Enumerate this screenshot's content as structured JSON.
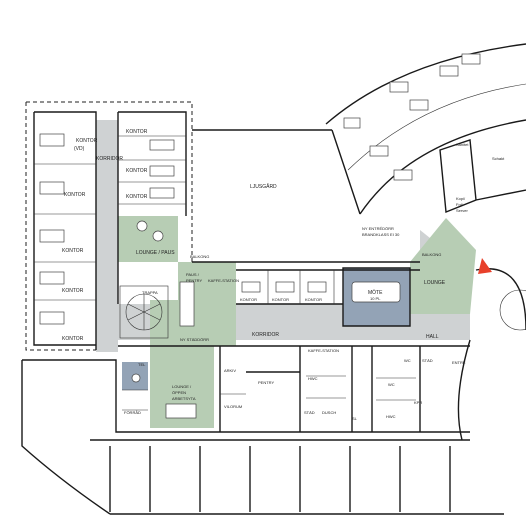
{
  "plan": {
    "colors": {
      "corridor": "#cfd2d3",
      "lounge": "#b7cdb4",
      "meeting": "#93a3b6",
      "marker": "#e8402a"
    },
    "labels": {
      "kontor_vd": "KONTOR",
      "vd": "(VD)",
      "kontor_r1": "KONTOR",
      "kontor_r2": "KONTOR",
      "kontor_r3": "KONTOR",
      "kontor_l2": "KONTOR",
      "kontor_l3": "KONTOR",
      "kontor_l4": "KONTOR",
      "kontor_l5": "KONTOR",
      "korridor_west": "KORRIDOR",
      "ljusgard": "LJUSGÅRD",
      "ny_entredorr": "NY ENTRÉDÖRR",
      "brandklass": "BRANDKLASS EI 30",
      "sanitet": "Sanitet",
      "schakt": "Schakt",
      "kopi": "Kopi/",
      "frd": "Frd/",
      "server": "Server",
      "lounge_paus_top": "LOUNGE / PAUS",
      "balkong_left": "BALKONG",
      "balkong_right": "BALKONG",
      "paus_pentry_1": "PAUS /",
      "paus_pentry_2": "PENTRY",
      "kaffe_station": "KAFFE-STATION",
      "trappa": "TRAPPA",
      "kontor_m1": "KONTOR",
      "kontor_m2": "KONTOR",
      "kontor_m3": "KONTOR",
      "mote": "MÖTE",
      "mote_pl": "10 PL",
      "lounge_right": "LOUNGE",
      "korridor_main": "KORRIDOR",
      "hall": "HALL",
      "ny_staddorr": "NY STÄDDÖRR",
      "kaffe_station_2": "KAFFE-STATION",
      "tel": "TEL",
      "lounge_oppen_1": "LOUNGE /",
      "lounge_oppen_2": "ÖPPEN",
      "lounge_oppen_3": "ARBETSYTA",
      "forrad": "FÖRRÅD",
      "arkiv": "ARKIV",
      "pentry": "PENTRY",
      "vilorum": "VILORUM",
      "hwc_1": "HWC",
      "dusch": "DUSCH",
      "stad_1": "STÄD",
      "sl": "SL",
      "wc_1": "WC",
      "stad_2": "STÄD",
      "wc_2": "WC",
      "hwc_2": "HWC",
      "kpr": "KPR",
      "entre": "ENTRÉ"
    }
  }
}
